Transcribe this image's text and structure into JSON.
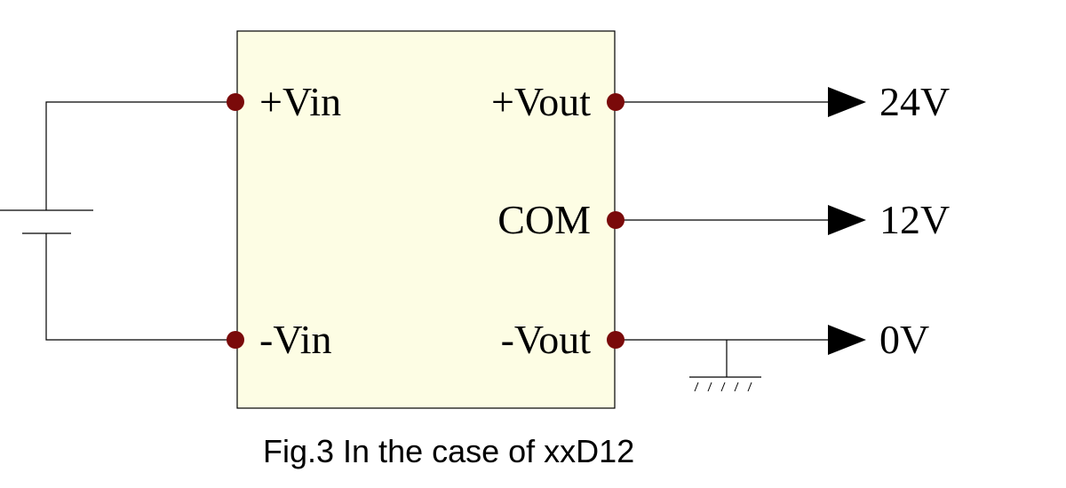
{
  "module": {
    "pins": {
      "vin_plus": "+Vin",
      "vin_minus": "-Vin",
      "vout_plus": "+Vout",
      "com": "COM",
      "vout_minus": "-Vout"
    },
    "fill_color": "#fdfde4",
    "pin_color": "#7a0a0a"
  },
  "outputs": {
    "out_24v": "24V",
    "out_12v": "12V",
    "out_0v": "0V"
  },
  "ground": {
    "hatch": "/////"
  },
  "caption": "Fig.3 In the case of xxD12",
  "icons": [
    "battery-icon",
    "ground-icon",
    "arrow-right-icon"
  ]
}
